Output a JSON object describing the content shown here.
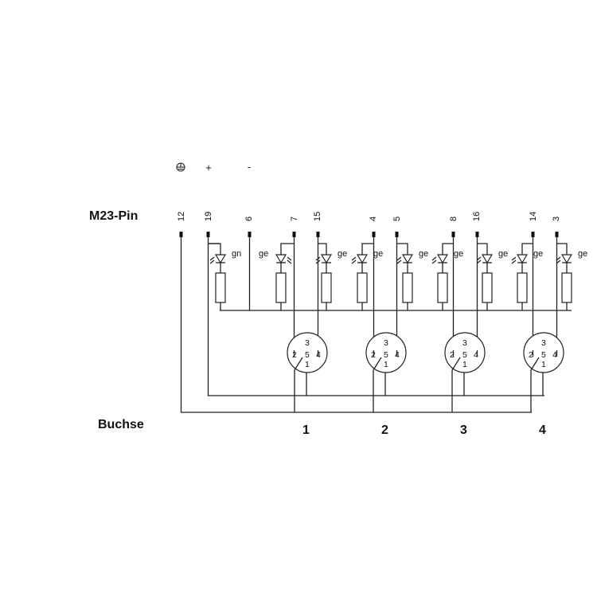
{
  "title_row_label": "M23-Pin",
  "bottom_row_label": "Buchse",
  "supply_symbols": {
    "ground": "⏚",
    "plus": "+",
    "minus": "-"
  },
  "pins": [
    "12",
    "19",
    "6",
    "7",
    "15",
    "4",
    "5",
    "8",
    "16",
    "14",
    "3"
  ],
  "leds": [
    "gn",
    "ge",
    "ge",
    "ge",
    "ge",
    "ge",
    "ge",
    "ge",
    "ge"
  ],
  "connector_pin_numbers": [
    "3",
    "2",
    "5",
    "4",
    "1"
  ],
  "sockets": [
    "1",
    "2",
    "3",
    "4"
  ]
}
